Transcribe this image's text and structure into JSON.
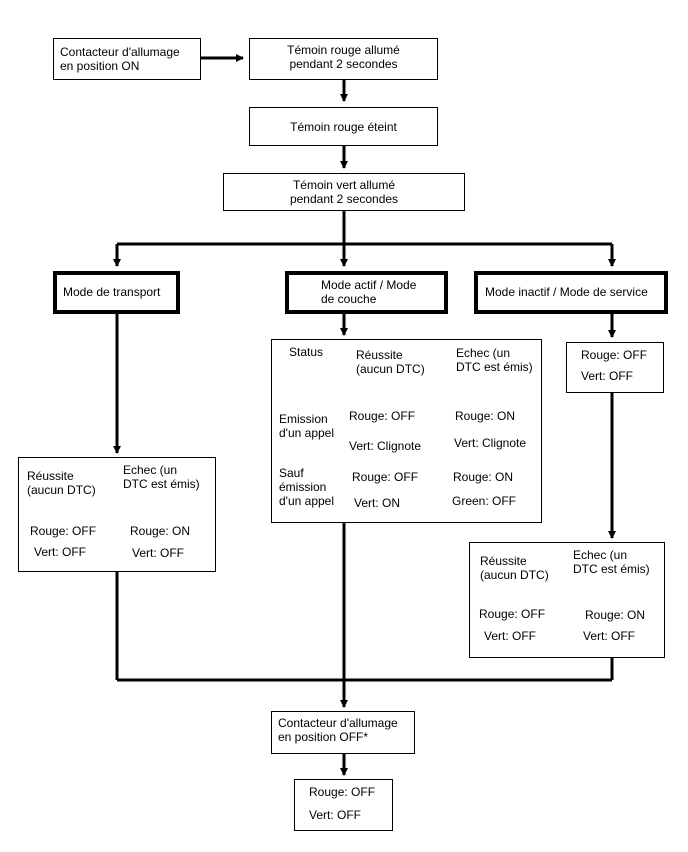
{
  "flow": {
    "ignition_on": "Contacteur d'allumage\nen position ON",
    "red_on_2s": "Témoin rouge allumé\npendant 2 secondes",
    "red_off": "Témoin rouge éteint",
    "green_on_2s": "Témoin vert allumé\npendant 2 secondes",
    "ignition_off": "Contacteur d'allumage\nen position OFF*"
  },
  "modes": {
    "transport": "Mode de transport",
    "active": "Mode actif / Mode\nde couche",
    "inactive": "Mode inactif / Mode de service"
  },
  "transport_table": {
    "success": "Réussite\n(aucun DTC)",
    "failure": "Echec (un\nDTC est émis)",
    "success_red": "Rouge: OFF",
    "success_green": "Vert: OFF",
    "failure_red": "Rouge: ON",
    "failure_green": "Vert: OFF"
  },
  "active_table": {
    "status": "Status",
    "success": "Réussite\n(aucun DTC)",
    "failure": "Echec (un\nDTC est émis)",
    "row1_label": "Emission\nd'un appel",
    "row1_success_red": "Rouge: OFF",
    "row1_success_green": "Vert: Clignote",
    "row1_failure_red": "Rouge: ON",
    "row1_failure_green": "Vert: Clignote",
    "row2_label": "Sauf\némission\nd'un appel",
    "row2_success_red": "Rouge: OFF",
    "row2_success_green": "Vert: ON",
    "row2_failure_red": "Rouge: ON",
    "row2_failure_green": "Green: OFF"
  },
  "inactive_status": {
    "red": "Rouge: OFF",
    "green": "Vert: OFF"
  },
  "inactive_table": {
    "success": "Réussite\n(aucun DTC)",
    "failure": "Echec (un\nDTC est émis)",
    "success_red": "Rouge: OFF",
    "success_green": "Vert: OFF",
    "failure_red": "Rouge: ON",
    "failure_green": "Vert: OFF"
  },
  "final_status": {
    "red": "Rouge: OFF",
    "green": "Vert: OFF"
  }
}
